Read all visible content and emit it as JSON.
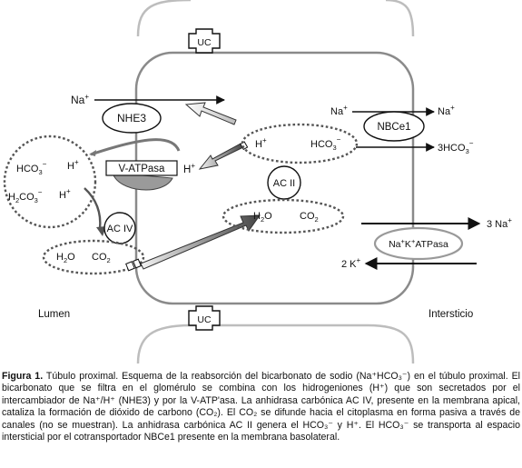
{
  "diagram": {
    "labels": {
      "na_top": "Na",
      "plus": "+",
      "nhe3": "NHE3",
      "v_atpasa": "V-ATPasa",
      "h": "H",
      "hco3": "HCO",
      "sub3": "3",
      "minus": "−",
      "h2co3_h": "H",
      "h2co3_2": "2",
      "h2co3_co": "CO",
      "ac_iv": "AC IV",
      "ac_ii": "AC II",
      "h2o_h": "H",
      "h2o_2": "2",
      "h2o_o": "O",
      "co": "CO",
      "co2_2": "2",
      "nbce1": "NBCe1",
      "na_in": "Na",
      "na_out": "Na",
      "hco3_out": "3HCO",
      "na3": "3 Na",
      "k2": "2 K",
      "nak_atpase_na": "Na",
      "nak_atpase_k": "K",
      "nak_atpase_rest": "ATPasa",
      "uc_top": "UC",
      "uc_bottom": "UC",
      "lumen": "Lumen",
      "intersticio": "Intersticio"
    }
  },
  "caption": {
    "figure_label": "Figura 1.",
    "line1": " Túbulo proximal. Esquema de la reabsorción del bicarbonato de sodio (Na⁺HCO₃⁻) en el túbulo proximal. El bicarbonato que se filtra en el glomérulo se combina con los hidrogeniones (H⁺) que son secretados por el intercambiador de Na⁺/H⁺ (NHE3) y por la V-ATP'asa. La anhidrasa carbónica AC IV, presente en la membrana apical, cataliza la formación de dióxido de carbono (CO₂). El CO₂ se difunde hacia el citoplasma en forma pasiva a través de canales (no se muestran). La anhidrasa carbónica AC II genera el HCO₃⁻ y H⁺. El HCO₃⁻ se transporta al espacio intersticial por el cotransportador NBCe1 presente en la membrana basolateral."
  }
}
